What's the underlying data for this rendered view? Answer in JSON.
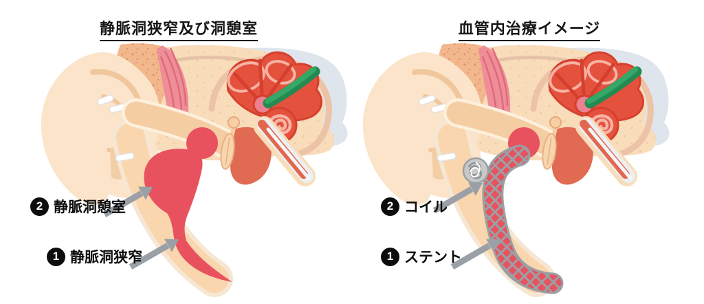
{
  "panels": [
    {
      "title": "静脈洞狭窄及び洞憩室",
      "labels": [
        {
          "number": "2",
          "text": "静脈洞憩室"
        },
        {
          "number": "1",
          "text": "静脈洞狭窄"
        }
      ]
    },
    {
      "title": "血管内治療イメージ",
      "labels": [
        {
          "number": "2",
          "text": "コイル"
        },
        {
          "number": "1",
          "text": "ステント"
        }
      ]
    }
  ],
  "icons": {
    "arrow": "thick-gray-arrow-pointing-up-right",
    "number_badge": "black-filled-circle-with-white-digit"
  },
  "palette": {
    "sinus_red": "#e8525f",
    "inner_ear_red": "#e4513d",
    "inner_ear_line": "#d5402e",
    "inner_ear_highlight": "#f7b3a4",
    "vestibule_pink": "#ee8191",
    "middle_ear_red": "#e06a52",
    "skin": "#f9dcba",
    "skin_light": "#fbe4c9",
    "skin_band": "#f9d6ae",
    "bone_speckled": "#f2b78c",
    "speckle_dot": "#dd9468",
    "muscle_pink": "#ee8e99",
    "muscle_stripe": "#e06a7a",
    "nerve_green": "#2f9e5f",
    "brain_blue": "#dee5ec",
    "skull_line": "#e4c3a6",
    "device_gray": "#9aa0a5",
    "coil_gray": "#c9c9c9",
    "label_black": "#0d0d0d",
    "background": "#ffffff"
  }
}
